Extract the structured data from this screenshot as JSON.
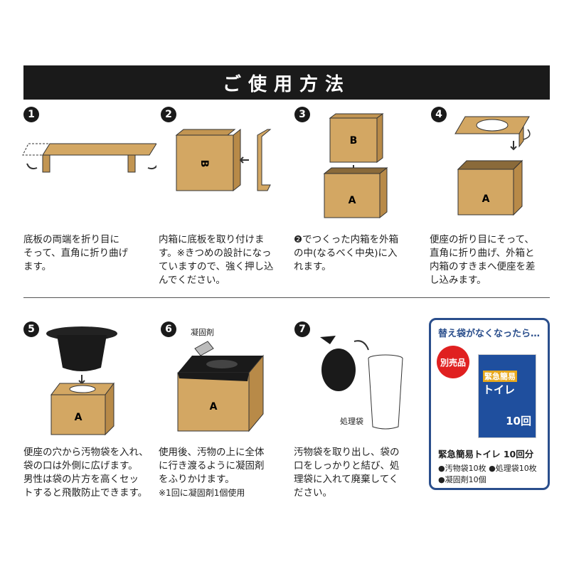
{
  "title": "ご使用方法",
  "steps": [
    {
      "num": "1",
      "text": "底板の両端を折り目に\nそって、直角に折り曲げ\nます。"
    },
    {
      "num": "2",
      "text": "内箱に底板を取り付けま\nす。※きつめの設計になっ\nていますので、強く押し込\nんでください。",
      "label": "B"
    },
    {
      "num": "3",
      "text": "❷でつくった内箱を外箱\nの中(なるべく中央)に入\nれます。",
      "labels": [
        "B",
        "A"
      ]
    },
    {
      "num": "4",
      "text": "便座の折り目にそって、\n直角に折り曲げ、外箱と\n内箱のすきまへ便座を差\nし込みます。",
      "label": "A"
    },
    {
      "num": "5",
      "text": "便座の穴から汚物袋を入れ、\n袋の口は外側に広げます。\n男性は袋の片方を高くセッ\nトすると飛散防止できます。",
      "label": "A"
    },
    {
      "num": "6",
      "text": "使用後、汚物の上に全体\nに行き渡るように凝固剤\nをふりかけます。",
      "note": "※1回に凝固剤1個使用",
      "label": "A",
      "callout": "凝固剤"
    },
    {
      "num": "7",
      "text": "汚物袋を取り出し、袋の\n口をしっかりと結び、処\n理袋に入れて廃棄してく\nださい。",
      "callout": "処理袋"
    }
  ],
  "product": {
    "heading": "替え袋がなくなったら…",
    "badge": "別売品",
    "package_title1": "緊急簡易",
    "package_title2": "トイレ",
    "package_count": "10回",
    "name": "緊急簡易トイレ 10回分",
    "contents": [
      "●汚物袋10枚 ●処理袋10枚",
      "●凝固剤10個"
    ]
  },
  "colors": {
    "box": "#d3a763",
    "header": "#1a1a1a",
    "accent": "#2a4e8c",
    "badge": "#e02020"
  }
}
